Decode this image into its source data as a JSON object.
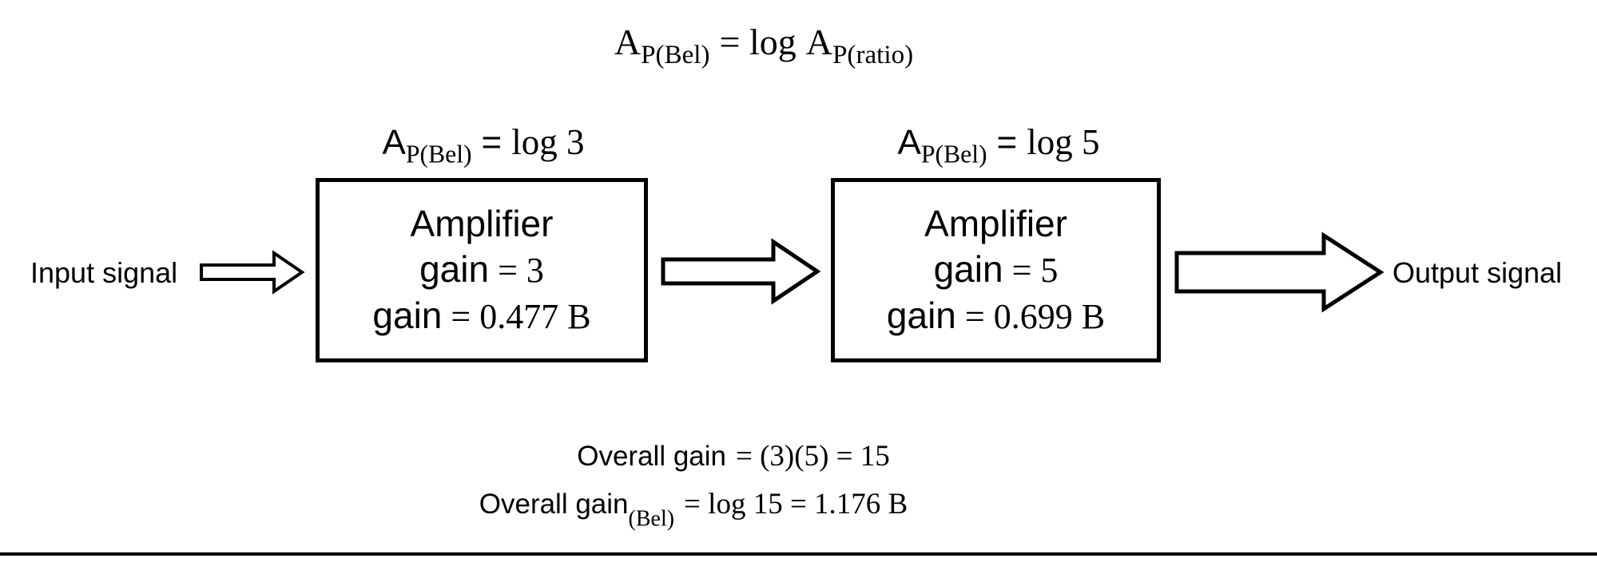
{
  "colors": {
    "ink": "#000000",
    "paper": "#ffffff"
  },
  "top_formula": {
    "a1": "A",
    "sub1": "P(Bel)",
    "mid": "= log",
    "a2": "A",
    "sub2": "P(ratio)"
  },
  "amplifier1": {
    "label_a": "A",
    "label_sub": "P(Bel)",
    "label_eq": "=",
    "label_value": "log 3",
    "title": "Amplifier",
    "gain_label": "gain",
    "gain_value": "= 3",
    "bel_label": "gain",
    "bel_value": "= 0.477 B"
  },
  "amplifier2": {
    "label_a": "A",
    "label_sub": "P(Bel)",
    "label_eq": "=",
    "label_value": "log 5",
    "title": "Amplifier",
    "gain_label": "gain",
    "gain_value": "= 5",
    "bel_label": "gain",
    "bel_value": "= 0.699 B"
  },
  "signals": {
    "input": "Input signal",
    "output": "Output signal"
  },
  "summary": {
    "line1_label": "Overall gain",
    "line1_value": "= (3)(5) = 15",
    "line2_label": "Overall gain",
    "line2_sub": "(Bel)",
    "line2_value": "= log 15 = 1.176 B"
  }
}
